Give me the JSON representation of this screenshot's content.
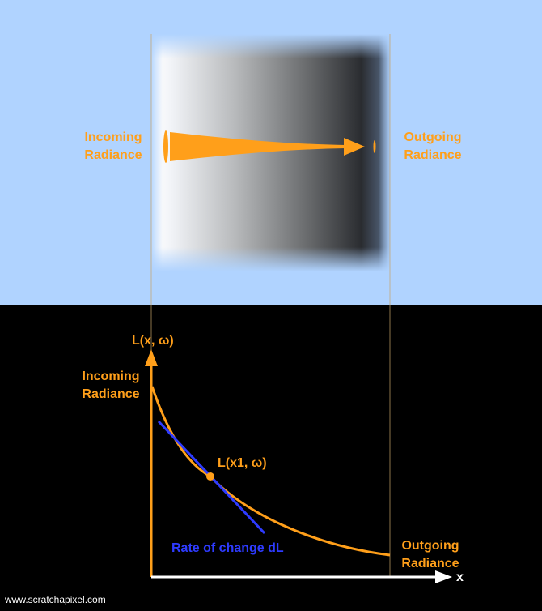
{
  "top_panel": {
    "incoming_line1": "Incoming",
    "incoming_line2": "Radiance",
    "outgoing_line1": "Outgoing",
    "outgoing_line2": "Radiance"
  },
  "plot": {
    "y_axis_label": "L(x, ω)",
    "x_axis_label": "x",
    "incoming_line1": "Incoming",
    "incoming_line2": "Radiance",
    "outgoing_line1": "Outgoing",
    "outgoing_line2": "Radiance",
    "point_label": "L(x1, ω)",
    "tangent_label": "Rate of change dL"
  },
  "footer": "www.scratchapixel.com",
  "colors": {
    "sky": "#b0d3ff",
    "accent": "#ff9f1a",
    "tangent": "#2e3bff",
    "axis": "#ffffff"
  }
}
